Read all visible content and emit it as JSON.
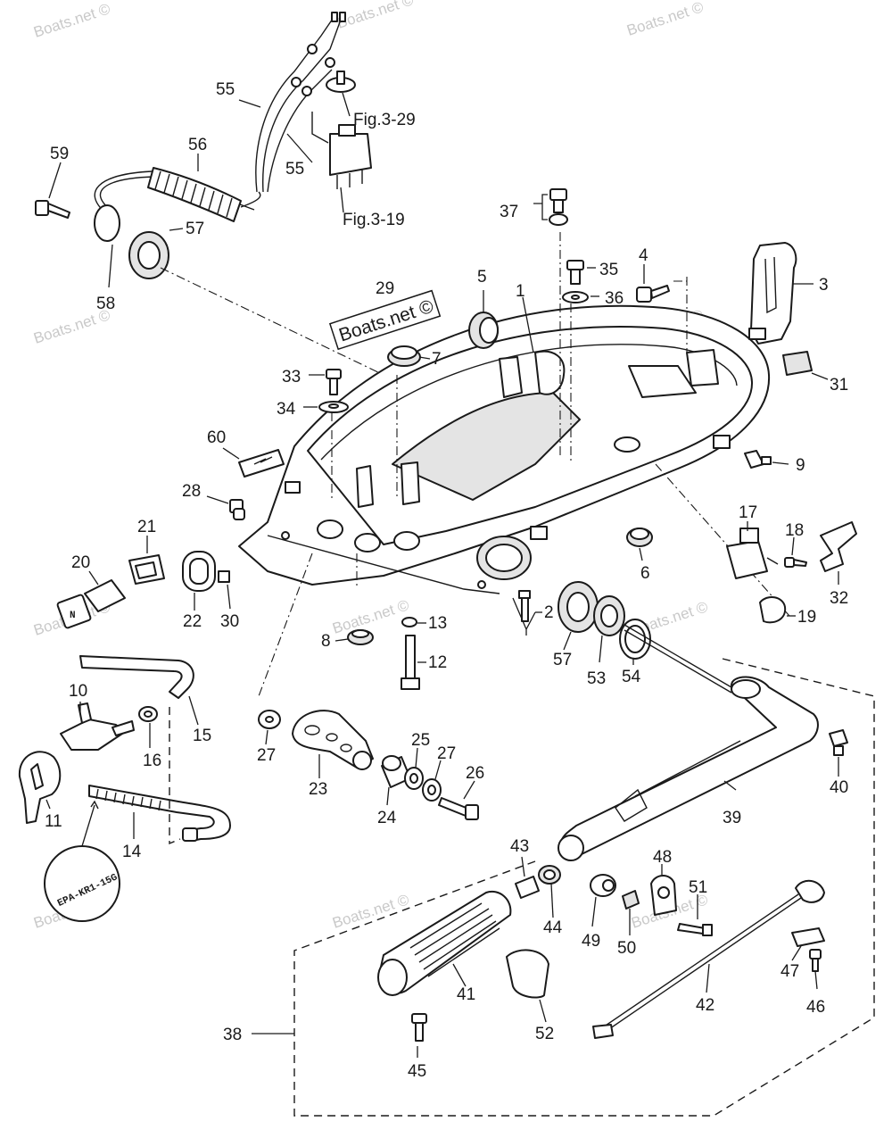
{
  "watermark": "Boats.net ©",
  "stamp_label": "Boats.net ©",
  "epa_label": "EPA-KR1-15G",
  "figure_refs": {
    "fig_3_29": "Fig.3-29",
    "fig_3_19": "Fig.3-19"
  },
  "callouts": {
    "n1": "1",
    "n2": "2",
    "n3": "3",
    "n4": "4",
    "n5": "5",
    "n6": "6",
    "n7": "7",
    "n8": "8",
    "n9": "9",
    "n10": "10",
    "n11": "11",
    "n12": "12",
    "n13": "13",
    "n14": "14",
    "n15": "15",
    "n16": "16",
    "n17": "17",
    "n18": "18",
    "n19": "19",
    "n20": "20",
    "n21": "21",
    "n22": "22",
    "n23": "23",
    "n24": "24",
    "n25": "25",
    "n26": "26",
    "n27a": "27",
    "n27b": "27",
    "n28": "28",
    "n29": "29",
    "n30": "30",
    "n31": "31",
    "n32": "32",
    "n33": "33",
    "n34": "34",
    "n35": "35",
    "n36": "36",
    "n37": "37",
    "n38": "38",
    "n39": "39",
    "n40": "40",
    "n41": "41",
    "n42": "42",
    "n43": "43",
    "n44": "44",
    "n45": "45",
    "n46": "46",
    "n47": "47",
    "n48": "48",
    "n49": "49",
    "n50": "50",
    "n51": "51",
    "n52": "52",
    "n53": "53",
    "n54": "54",
    "n55a": "55",
    "n55b": "55",
    "n56": "56",
    "n57a": "57",
    "n57b": "57",
    "n58": "58",
    "n59": "59",
    "n60": "60"
  }
}
